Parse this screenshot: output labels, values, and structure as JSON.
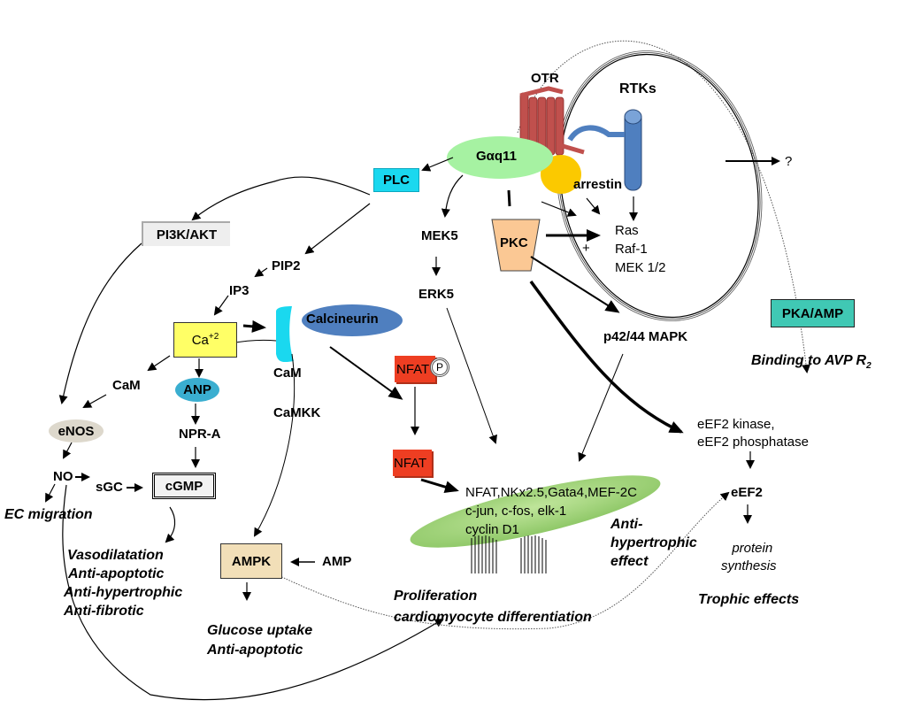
{
  "diagram": {
    "type": "signaling-pathway",
    "colors": {
      "plc": "#1ad8ef",
      "gaq11": "#a6f2a2",
      "calcineurin": "#4f7fbf",
      "ca": "#ffff66",
      "anp": "#3aaed0",
      "enos": "#ddd8cc",
      "nfat": "#ee3e22",
      "pkc": "#fbc894",
      "arrestin": "#fbc900",
      "rtk": "#4f7fbf",
      "otr": "#c0504d",
      "pka": "#40c8b4",
      "ampk": "#f2dfb8",
      "nucleus": "#a8d878"
    },
    "nodes": {
      "otr": "OTR",
      "rtks": "RTKs",
      "gaq11": "Gαq11",
      "arrestin": "arrestin",
      "question": "?",
      "plc": "PLC",
      "pi3k_akt": "PI3K/AKT",
      "mek5": "MEK5",
      "erk5": "ERK5",
      "pkc": "PKC",
      "plus": "+",
      "ras": "Ras",
      "raf1": "Raf-1",
      "mek12": "MEK 1/2",
      "pip2": "PIP2",
      "ip3": "IP3",
      "ca": "Ca",
      "ca_sup": "+2",
      "calcineurin": "Calcineurin",
      "cam_right": "CaM",
      "camkk": "CaMKK",
      "cam_left": "CaM",
      "anp": "ANP",
      "npr_a": "NPR-A",
      "enos": "eNOS",
      "no": "NO",
      "sgc": "sGC",
      "cgmp": "cGMP",
      "nfat_p": "NFAT",
      "p_label": "P",
      "nfat": "NFAT",
      "p42_44": "p42/44 MAPK",
      "pka_amp": "PKA/AMP",
      "eef2_kinase": "eEF2 kinase,",
      "eef2_phosphatase": "eEF2 phosphatase",
      "eef2": "eEF2",
      "ampk": "AMPK",
      "amp": "AMP",
      "tf_line1": "NFAT,NKx2.5,Gata4,MEF-2C",
      "tf_line2": "c-jun, c-fos, elk-1",
      "tf_line3": "cyclin D1"
    },
    "effects": {
      "ec_migration": "EC migration",
      "cgmp_effects": [
        "Vasodilatation",
        "Anti-apoptotic",
        "Anti-hypertrophic",
        "Anti-fibrotic"
      ],
      "ampk_effects": [
        "Glucose uptake",
        "Anti-apoptotic"
      ],
      "proliferation": [
        "Proliferation",
        "cardiomyocyte differentiation"
      ],
      "anti_hypertrophic": [
        "Anti-",
        "hypertrophic",
        "effect"
      ],
      "protein_synthesis": [
        "protein",
        "synthesis"
      ],
      "trophic": "Trophic effects",
      "binding": "Binding to AVP R",
      "binding_sub": "2"
    }
  }
}
